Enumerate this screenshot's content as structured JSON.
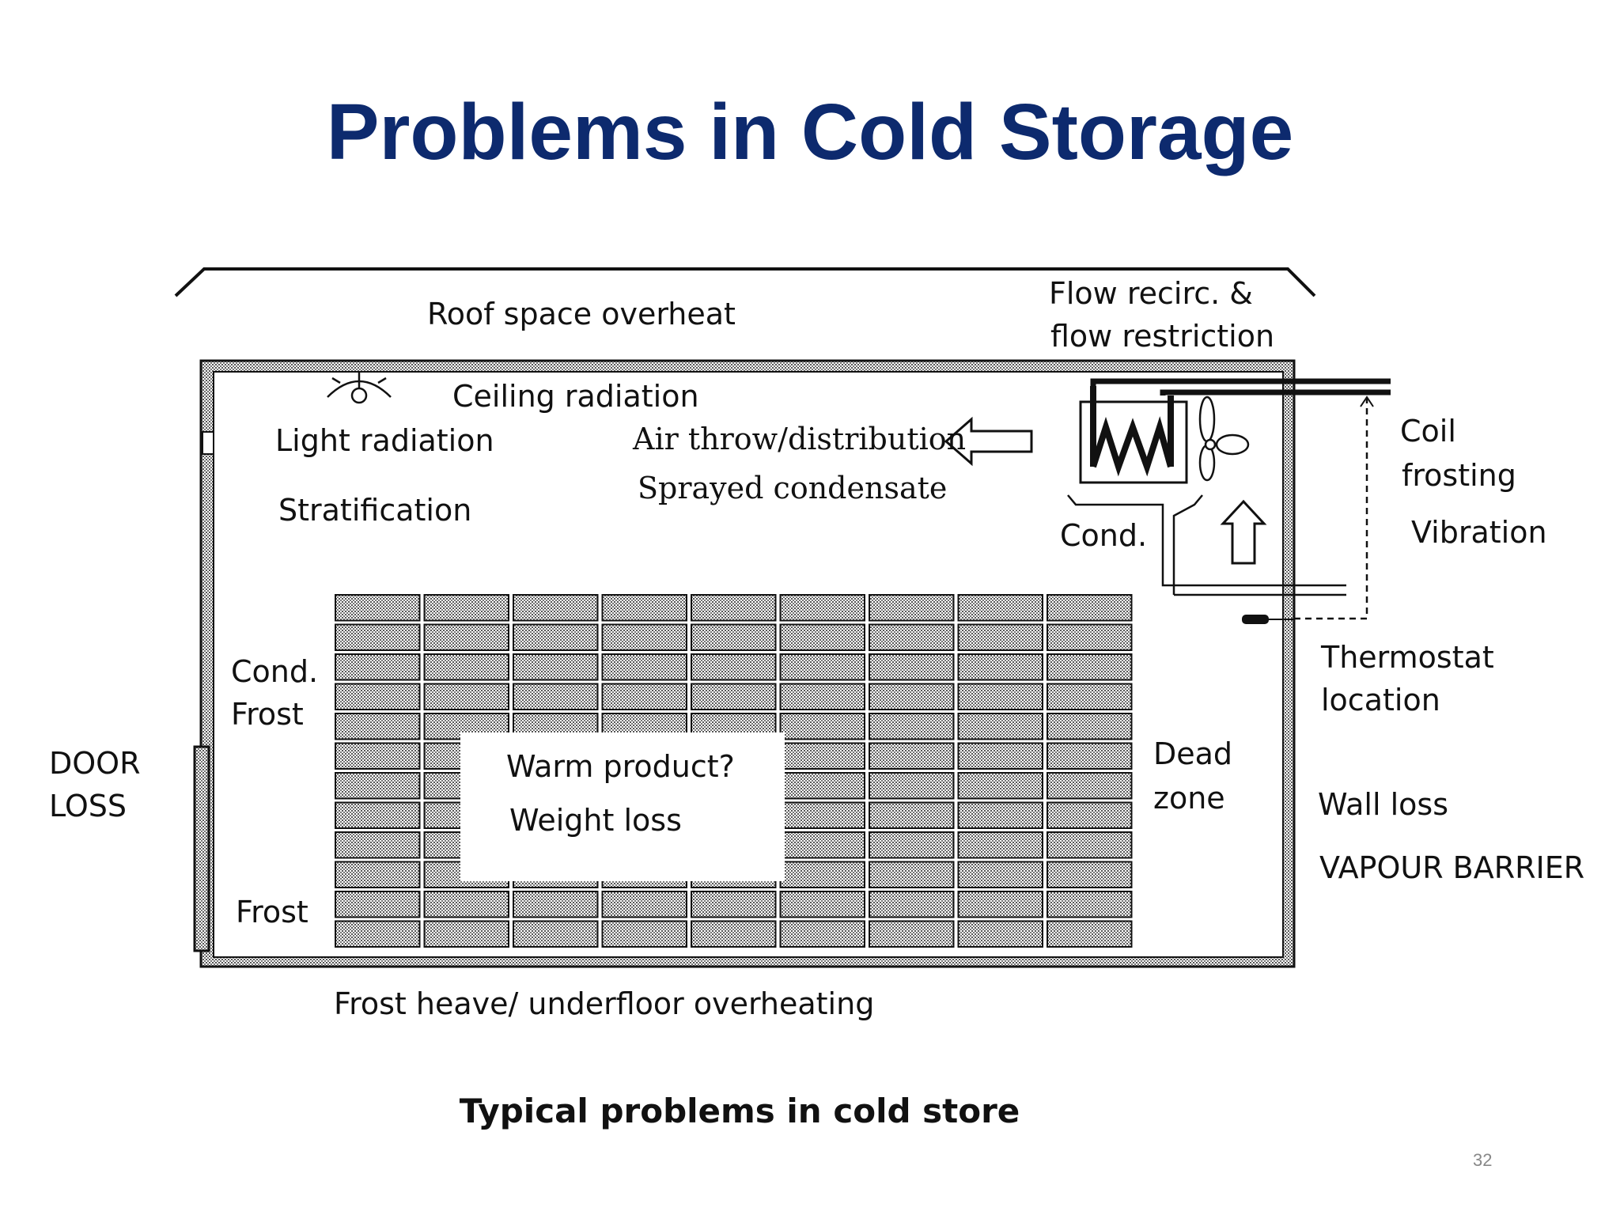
{
  "title": "Problems in Cold Storage",
  "labels": {
    "roof": "Roof space overheat",
    "flow1": "Flow recirc. &",
    "flow2": "flow restriction",
    "ceiling": "Ceiling radiation",
    "light": "Light radiation",
    "airthrow": "Air throw/distribution",
    "sprayed": "Sprayed condensate",
    "strat": "Stratification",
    "cond_top": "Cond.",
    "coil1": "Coil",
    "coil2": "frosting",
    "vibration": "Vibration",
    "thermo1": "Thermostat",
    "thermo2": "location",
    "cond_left": "Cond.",
    "frost_left": "Frost",
    "door1": "DOOR",
    "door2": "LOSS",
    "warm": "Warm product?",
    "weight": "Weight loss",
    "dead1": "Dead",
    "dead2": "zone",
    "wall": "Wall loss",
    "vapour": "VAPOUR BARRIER",
    "frost_bottom": "Frost",
    "frostheave": "Frost heave/ underfloor overheating"
  },
  "caption": "Typical problems in cold store",
  "page_number": "32"
}
